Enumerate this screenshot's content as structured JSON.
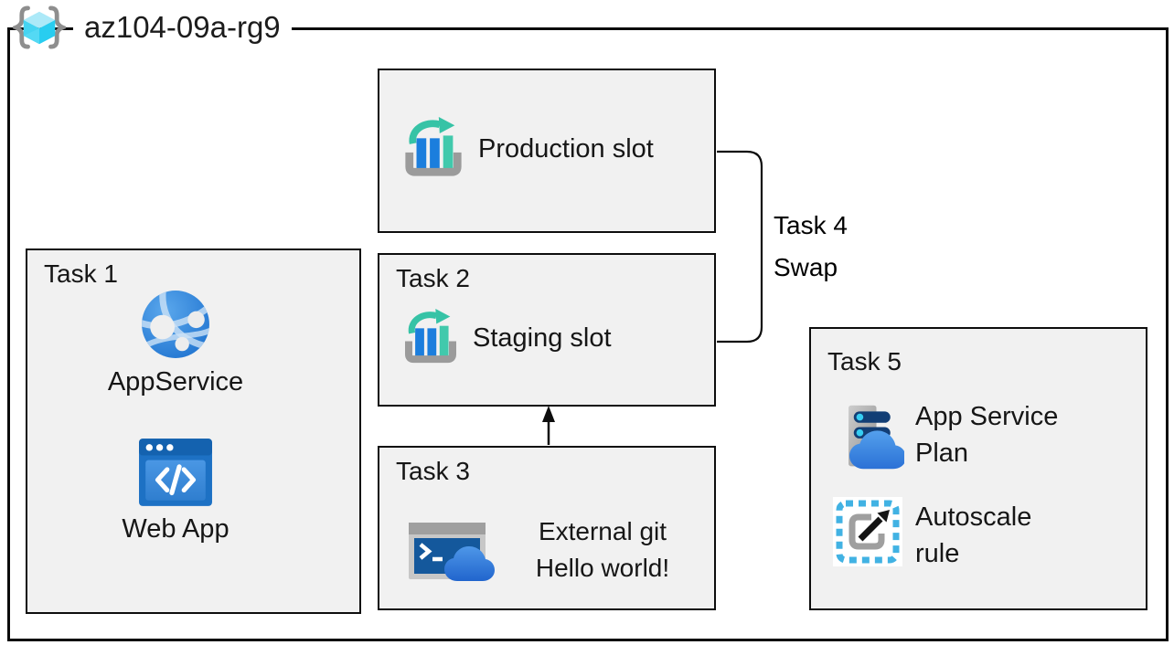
{
  "header": {
    "resource_group_label": "az104-09a-rg9"
  },
  "boxes": {
    "production": {
      "label": "Production slot"
    },
    "task1": {
      "title": "Task 1",
      "items": [
        {
          "icon": "app-service-icon",
          "label": "AppService"
        },
        {
          "icon": "web-app-icon",
          "label": "Web App"
        }
      ]
    },
    "task2": {
      "title": "Task 2",
      "label": "Staging slot"
    },
    "task3": {
      "title": "Task 3",
      "icon": "cloud-shell-icon",
      "lines": [
        "External git",
        "Hello world!"
      ]
    },
    "task5": {
      "title": "Task 5",
      "items": [
        {
          "icon": "app-service-plan-icon",
          "label": "App Service Plan"
        },
        {
          "icon": "autoscale-icon",
          "label": "Autoscale rule"
        }
      ]
    }
  },
  "connectors": {
    "swap_label": {
      "line1": "Task 4",
      "line2": "Swap"
    },
    "swap_bracket": "bracket-between-production-and-staging",
    "git_arrow": "arrow-up-task3-to-task2"
  },
  "icons": {
    "resource_group": "resource-group-braces-cube-icon",
    "deployment_slot": "deployment-slots-icon",
    "app_service": "app-service-globe-icon",
    "web_app": "web-app-browser-code-icon",
    "cloud_shell": "cloud-shell-terminal-icon",
    "app_service_plan": "app-service-plan-server-cloud-icon",
    "autoscale": "autoscale-arrow-icon"
  },
  "colors": {
    "canvas": "#ffffff",
    "box_fill": "#f1f1f1",
    "line": "#0d0d0d",
    "text": "#161616",
    "azure_blue": "#1b7edd",
    "teal": "#3bc7a9",
    "cube_cyan": "#35cdef",
    "icon_gray": "#9c9c9c",
    "navy": "#123e75",
    "autoscale_blue": "#41b2e3"
  }
}
